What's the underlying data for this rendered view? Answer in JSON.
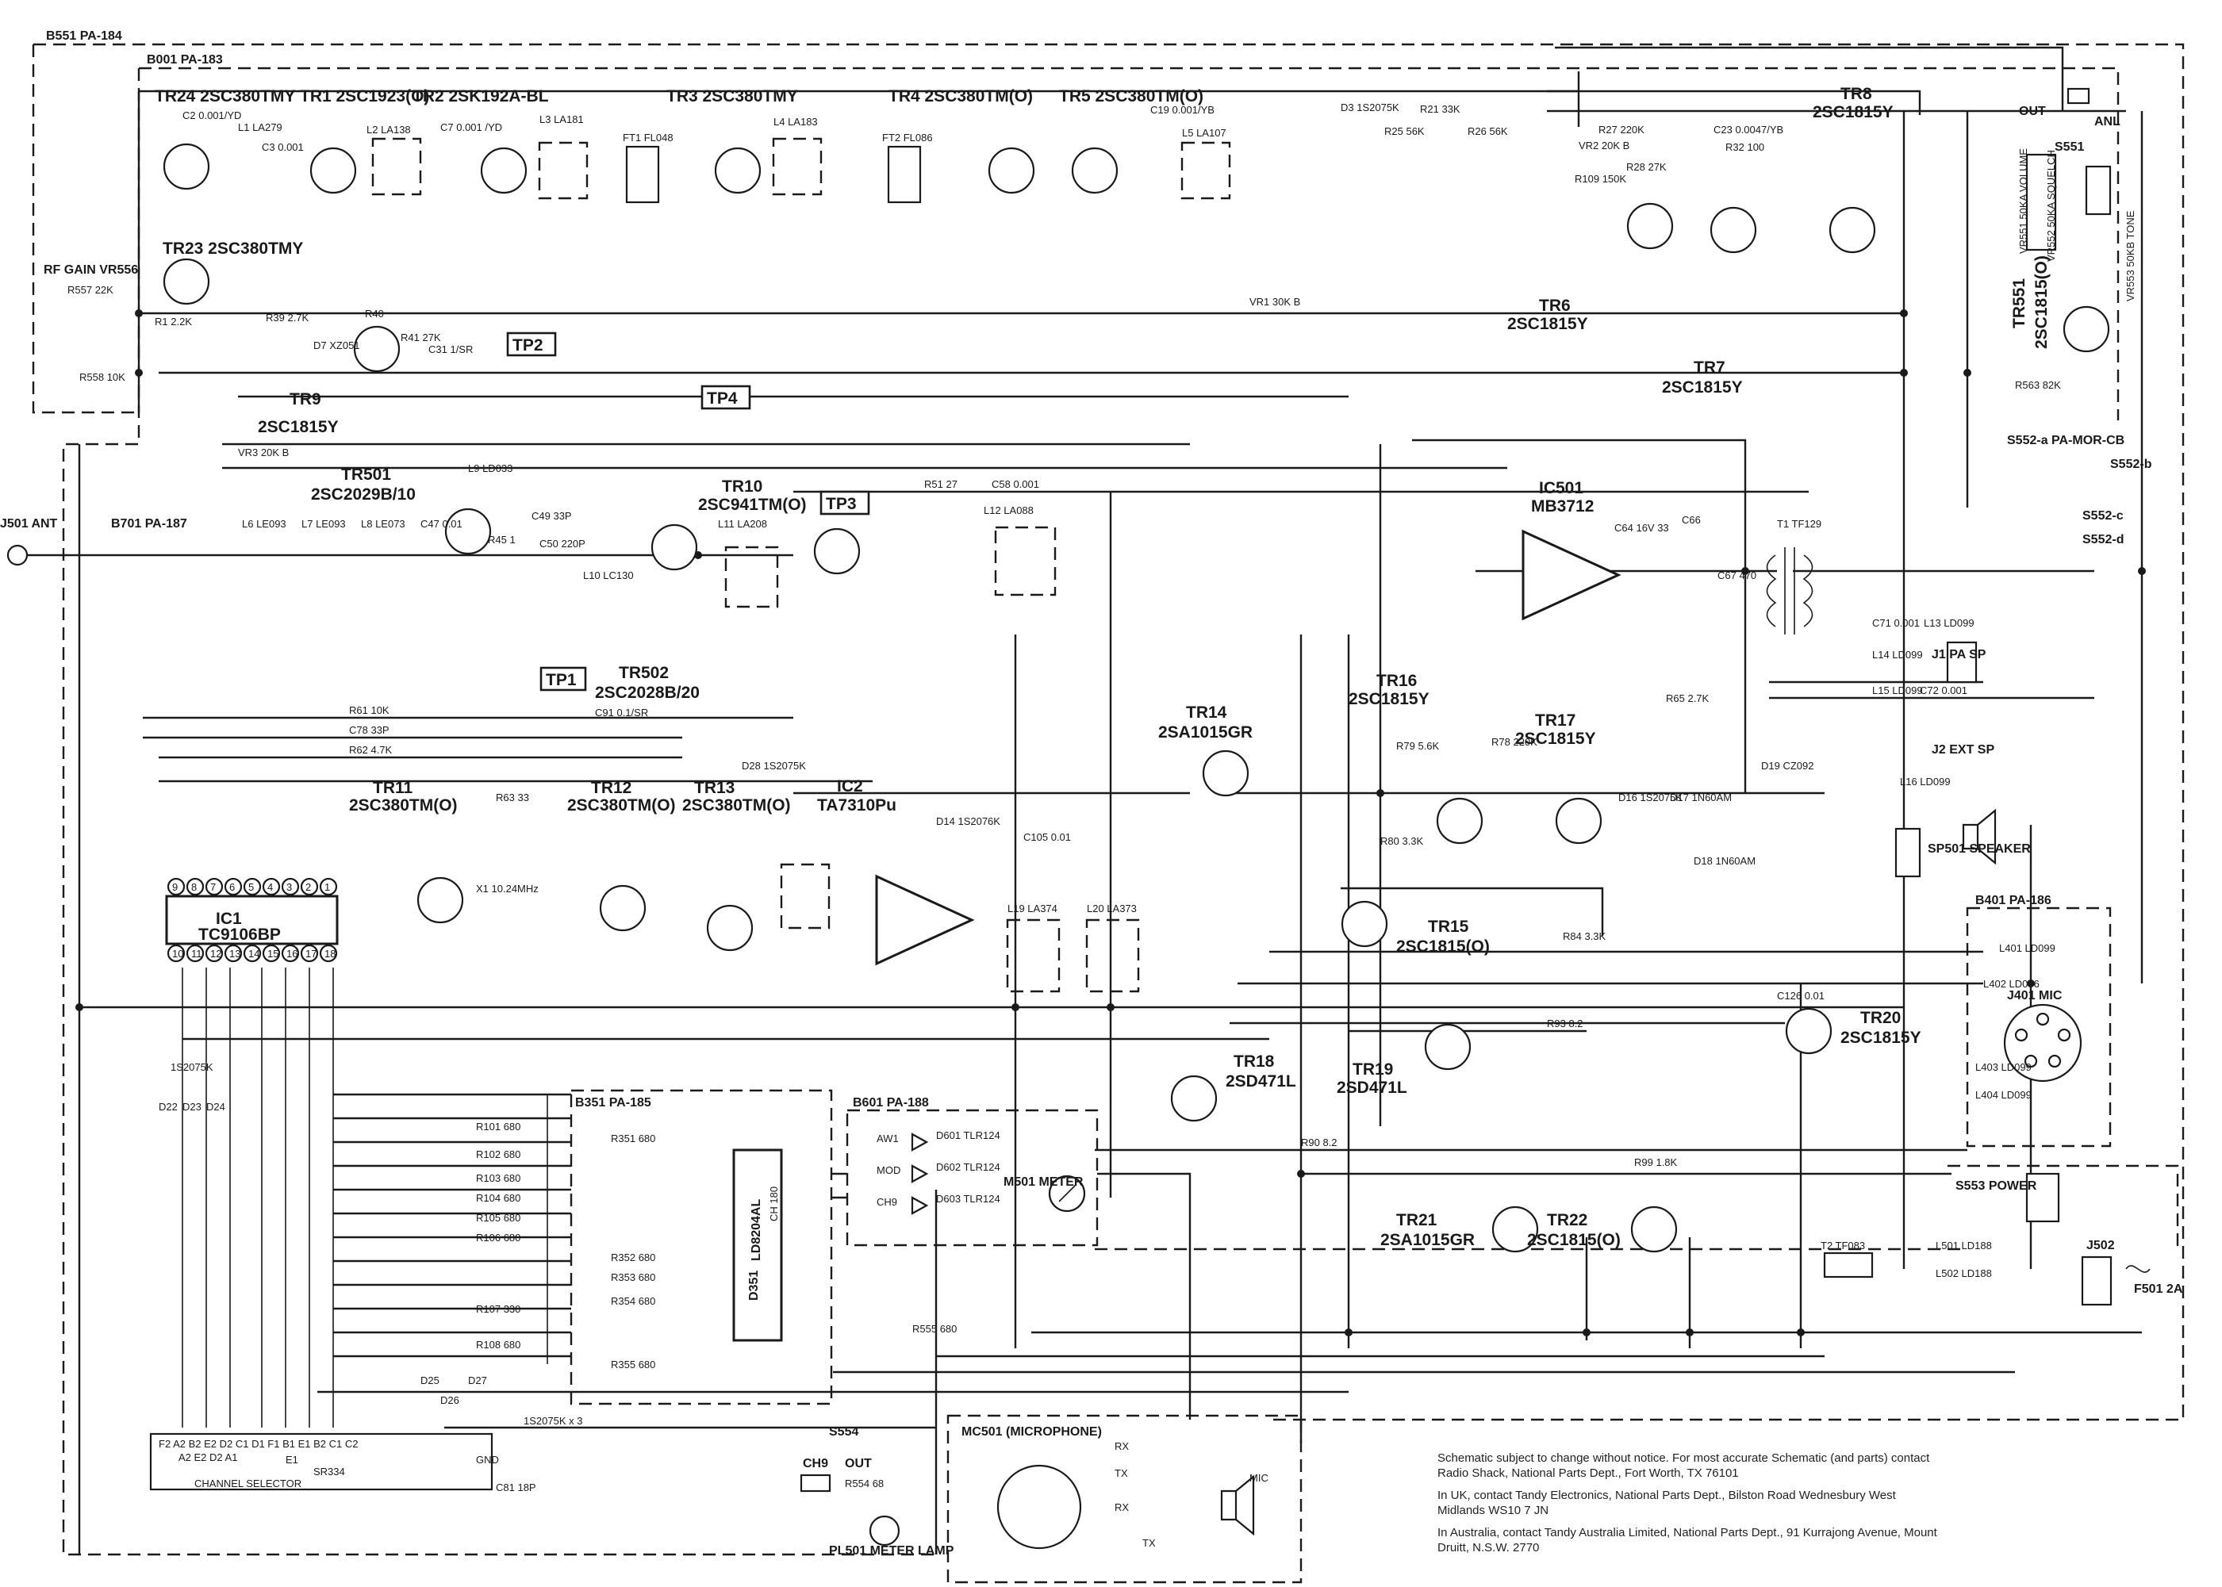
{
  "boards": {
    "b551": "B551  PA-184",
    "b001": "B001  PA-183",
    "b701": "B701  PA-187",
    "b351": "B351  PA-185",
    "b601": "B601  PA-188",
    "b401": "B401  PA-186",
    "mc501": "MC501 (MICROPHONE)"
  },
  "transistors": {
    "tr24": "TR24 2SC380TMY",
    "tr1": "TR1  2SC1923(O)",
    "tr2": "TR2  2SK192A-BL",
    "tr3": "TR3  2SC380TMY",
    "tr4": "TR4  2SC380TM(O)",
    "tr5": "TR5  2SC380TM(O)",
    "tr8": "TR8",
    "tr8_type": "2SC1815Y",
    "tr23": "TR23  2SC380TMY",
    "tr9": "TR9",
    "tr9_type": "2SC1815Y",
    "tr6": "TR6",
    "tr6_type": "2SC1815Y",
    "tr7": "TR7",
    "tr7_type": "2SC1815Y",
    "tr551": "TR551",
    "tr551_type": "2SC1815(O)",
    "tr501": "TR501",
    "tr501_type": "2SC2029B/10",
    "tr10": "TR10",
    "tr10_type": "2SC941TM(O)",
    "tr502": "TR502",
    "tr502_type": "2SC2028B/20",
    "tr11": "TR11",
    "tr11_type": "2SC380TM(O)",
    "tr12": "TR12",
    "tr12_type": "2SC380TM(O)",
    "tr13": "TR13",
    "tr13_type": "2SC380TM(O)",
    "tr14": "TR14",
    "tr14_type": "2SA1015GR",
    "tr15": "TR15",
    "tr15_type": "2SC1815(O)",
    "tr16": "TR16",
    "tr16_type": "2SC1815Y",
    "tr17": "TR17",
    "tr17_type": "2SC1815Y",
    "tr18": "TR18",
    "tr18_type": "2SD471L",
    "tr19": "TR19",
    "tr19_type": "2SD471L",
    "tr20": "TR20",
    "tr20_type": "2SC1815Y",
    "tr21": "TR21",
    "tr21_type": "2SA1015GR",
    "tr22": "TR22",
    "tr22_type": "2SC1815(O)"
  },
  "ics": {
    "ic1": "IC1",
    "ic1_type": "TC9106BP",
    "ic2": "IC2",
    "ic2_type": "TA7310Pu",
    "ic501": "IC501",
    "ic501_type": "MB3712",
    "d351": "D351",
    "d351_type": "LD8204AL",
    "d351_side": "CH 180",
    "ic1_top_pins": [
      "9",
      "8",
      "7",
      "6",
      "5",
      "4",
      "3",
      "2",
      "1"
    ],
    "ic1_bottom_pins": [
      "10",
      "11",
      "12",
      "13",
      "14",
      "15",
      "16",
      "17",
      "18"
    ]
  },
  "test_points": [
    "TP1",
    "TP2",
    "TP3",
    "TP4"
  ],
  "components": {
    "c2": "C2 0.001/YD",
    "l1": "L1 LA279",
    "c3": "C3 0.001",
    "l2": "L2 LA138",
    "c7": "C7 0.001 /YD",
    "l3": "L3 LA181",
    "ft1": "FT1 FL048",
    "l4": "L4 LA183",
    "ft2": "FT2 FL086",
    "c19": "C19 0.001/YB",
    "l5": "L5 LA107",
    "d3": "D3 1S2075K",
    "r21": "R21 33K",
    "r25": "R25 56K",
    "r26": "R26 56K",
    "r27": "R27 220K",
    "c23": "C23 0.0047/YB",
    "vr2": "VR2 20K B",
    "r28": "R28 27K",
    "r32": "R32 100",
    "r109": "R109 150K",
    "r1": "R1 2.2K",
    "r39": "R39 2.7K",
    "r40": "R40",
    "d7": "D7 XZ051",
    "r41": "R41 27K",
    "c31": "C31 1/SR",
    "rfgain": "RF GAIN VR556",
    "r557": "R557 22K",
    "r558": "R558 10K",
    "vr1": "VR1 30K B",
    "vr3": "VR3 20K B",
    "l9": "L9 LD033",
    "l6": "L6 LE093",
    "l7": "L7 LE093",
    "l8": "L8 LE073",
    "c47": "C47 0.01",
    "r45": "R45 1",
    "c49": "C49 33P",
    "c50": "C50 220P",
    "l10": "L10 LC130",
    "r51": "R51 27",
    "c58": "C58 0.001",
    "l11": "L11 LA208",
    "l12": "L12 LA088",
    "c64": "C64 16V 33",
    "c66": "C66",
    "t1": "T1 TF129",
    "c67": "C67 470",
    "c71": "C71 0.001",
    "l13": "L13 LD099",
    "l14": "L14 LD099",
    "l15": "L15 LD099",
    "c72": "C72 0.001",
    "l16": "L16 LD099",
    "r61": "R61 10K",
    "c78": "C78 33P",
    "r62": "R62 4.7K",
    "c91": "C91 0.1/SR",
    "d28": "D28 1S2075K",
    "r63": "R63 33",
    "x1": "X1 10.24MHz",
    "d14": "D14 1S2076K",
    "c105": "C105 0.01",
    "l19": "L19 LA374",
    "l20": "L20 LA373",
    "r65": "R65 2.7K",
    "r79": "R79 5.6K",
    "r78": "R78 220K",
    "r80": "R80 3.3K",
    "r84": "R84 3.3K",
    "d16": "D16 1S2075K",
    "d17": "D17 1N60AM",
    "d18": "D18 1N60AM",
    "d19": "D19 CZ092",
    "r93": "R93 8.2",
    "r90": "R90 8.2",
    "r99": "R99 1.8K",
    "c126": "C126 0.01",
    "t2": "T2 TF083",
    "l401": "L401 LD099",
    "l402": "L402 LD096",
    "l403": "L403 LD099",
    "l404": "L404 LD099",
    "l501": "L501 LD188",
    "l502": "L502 LD188",
    "r563": "R563 82K",
    "r101": "R101 680",
    "r351": "R351 680",
    "r102": "R102 680",
    "r103": "R103 680",
    "r104": "R104 680",
    "r105": "R105 680",
    "r106": "R106 680",
    "r352": "R352 680",
    "r353": "R353 680",
    "r354": "R354 680",
    "r107": "R107 330",
    "r108": "R108 680",
    "r355": "R355 680",
    "d601": "D601 TLR124",
    "d602": "D602 TLR124",
    "d603": "D603 TLR124",
    "r555": "R555 680",
    "r554": "R554 68",
    "d22": "D22",
    "d23": "D23",
    "d24": "D24",
    "d22_type": "1S2075K",
    "d25_27": "1S2075K x 3",
    "d25": "D25",
    "d26": "D26",
    "d27": "D27",
    "c81": "C81 18P"
  },
  "connectors": {
    "j501": "J501 ANT",
    "j1": "J1 PA SP",
    "j2": "J2 EXT SP",
    "sp501": "SP501 SPEAKER",
    "j401": "J401 MIC",
    "j502": "J502",
    "f501": "F501 2A",
    "m501": "M501 METER",
    "pl501": "PL501 METER LAMP",
    "out": "OUT",
    "anl": "ANL",
    "s551": "S551",
    "s552a": "S552-a PA-MOR-CB",
    "s552b": "S552-b",
    "s552c": "S552-c",
    "s552d": "S552-d",
    "s553": "S553 POWER",
    "s554": "S554",
    "s554_ch9": "CH9",
    "s554_out": "OUT",
    "vr551": "VR551 50KA VOLUME",
    "vr552": "VR552 50KA SQUELCH",
    "vr553": "VR553 50KB TONE",
    "ch_selector": "CHANNEL SELECTOR",
    "ch_selector_part": "SR334",
    "ch_pins": "F2  A2  B2  E2  D2  C1  D1  F1  B1  E1  B2  C1  C2",
    "ch_sub": "A2   E2   D2   A1",
    "ch_e1": "E1",
    "gnd": "GND",
    "led_aw1": "AW1",
    "led_mod": "MOD",
    "led_ch9": "CH9",
    "mic_rx": "RX",
    "mic_tx": "TX",
    "mic_rx2": "RX",
    "mic_tx2": "TX",
    "mic": "MIC"
  },
  "notes": [
    "Schematic subject to change without notice. For most accurate Schematic (and parts) contact Radio Shack, National Parts Dept., Fort Worth, TX 76101",
    "In UK, contact Tandy Electronics, National Parts Dept., Bilston Road Wednesbury West Midlands WS10 7 JN",
    "In Australia, contact Tandy Australia Limited, National Parts Dept., 91 Kurrajong Avenue, Mount Druitt, N.S.W. 2770"
  ],
  "colors": {
    "ink": "#1a1a1a",
    "paper": "#ffffff"
  }
}
